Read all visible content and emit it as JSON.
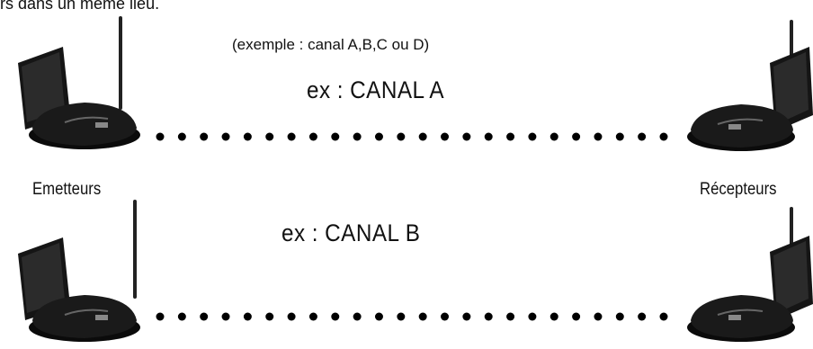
{
  "intro_text": "rs dans un même lieu.",
  "example_note": "(exemple : canal A,B,C ou D)",
  "channels": {
    "top": "ex : CANAL A",
    "bottom": "ex : CANAL B"
  },
  "labels": {
    "emitters": "Emetteurs",
    "receivers": "Récepteurs"
  },
  "link_dot_count": 24,
  "colors": {
    "device_body": "#111111",
    "dots": "#000000",
    "text": "#111111"
  }
}
